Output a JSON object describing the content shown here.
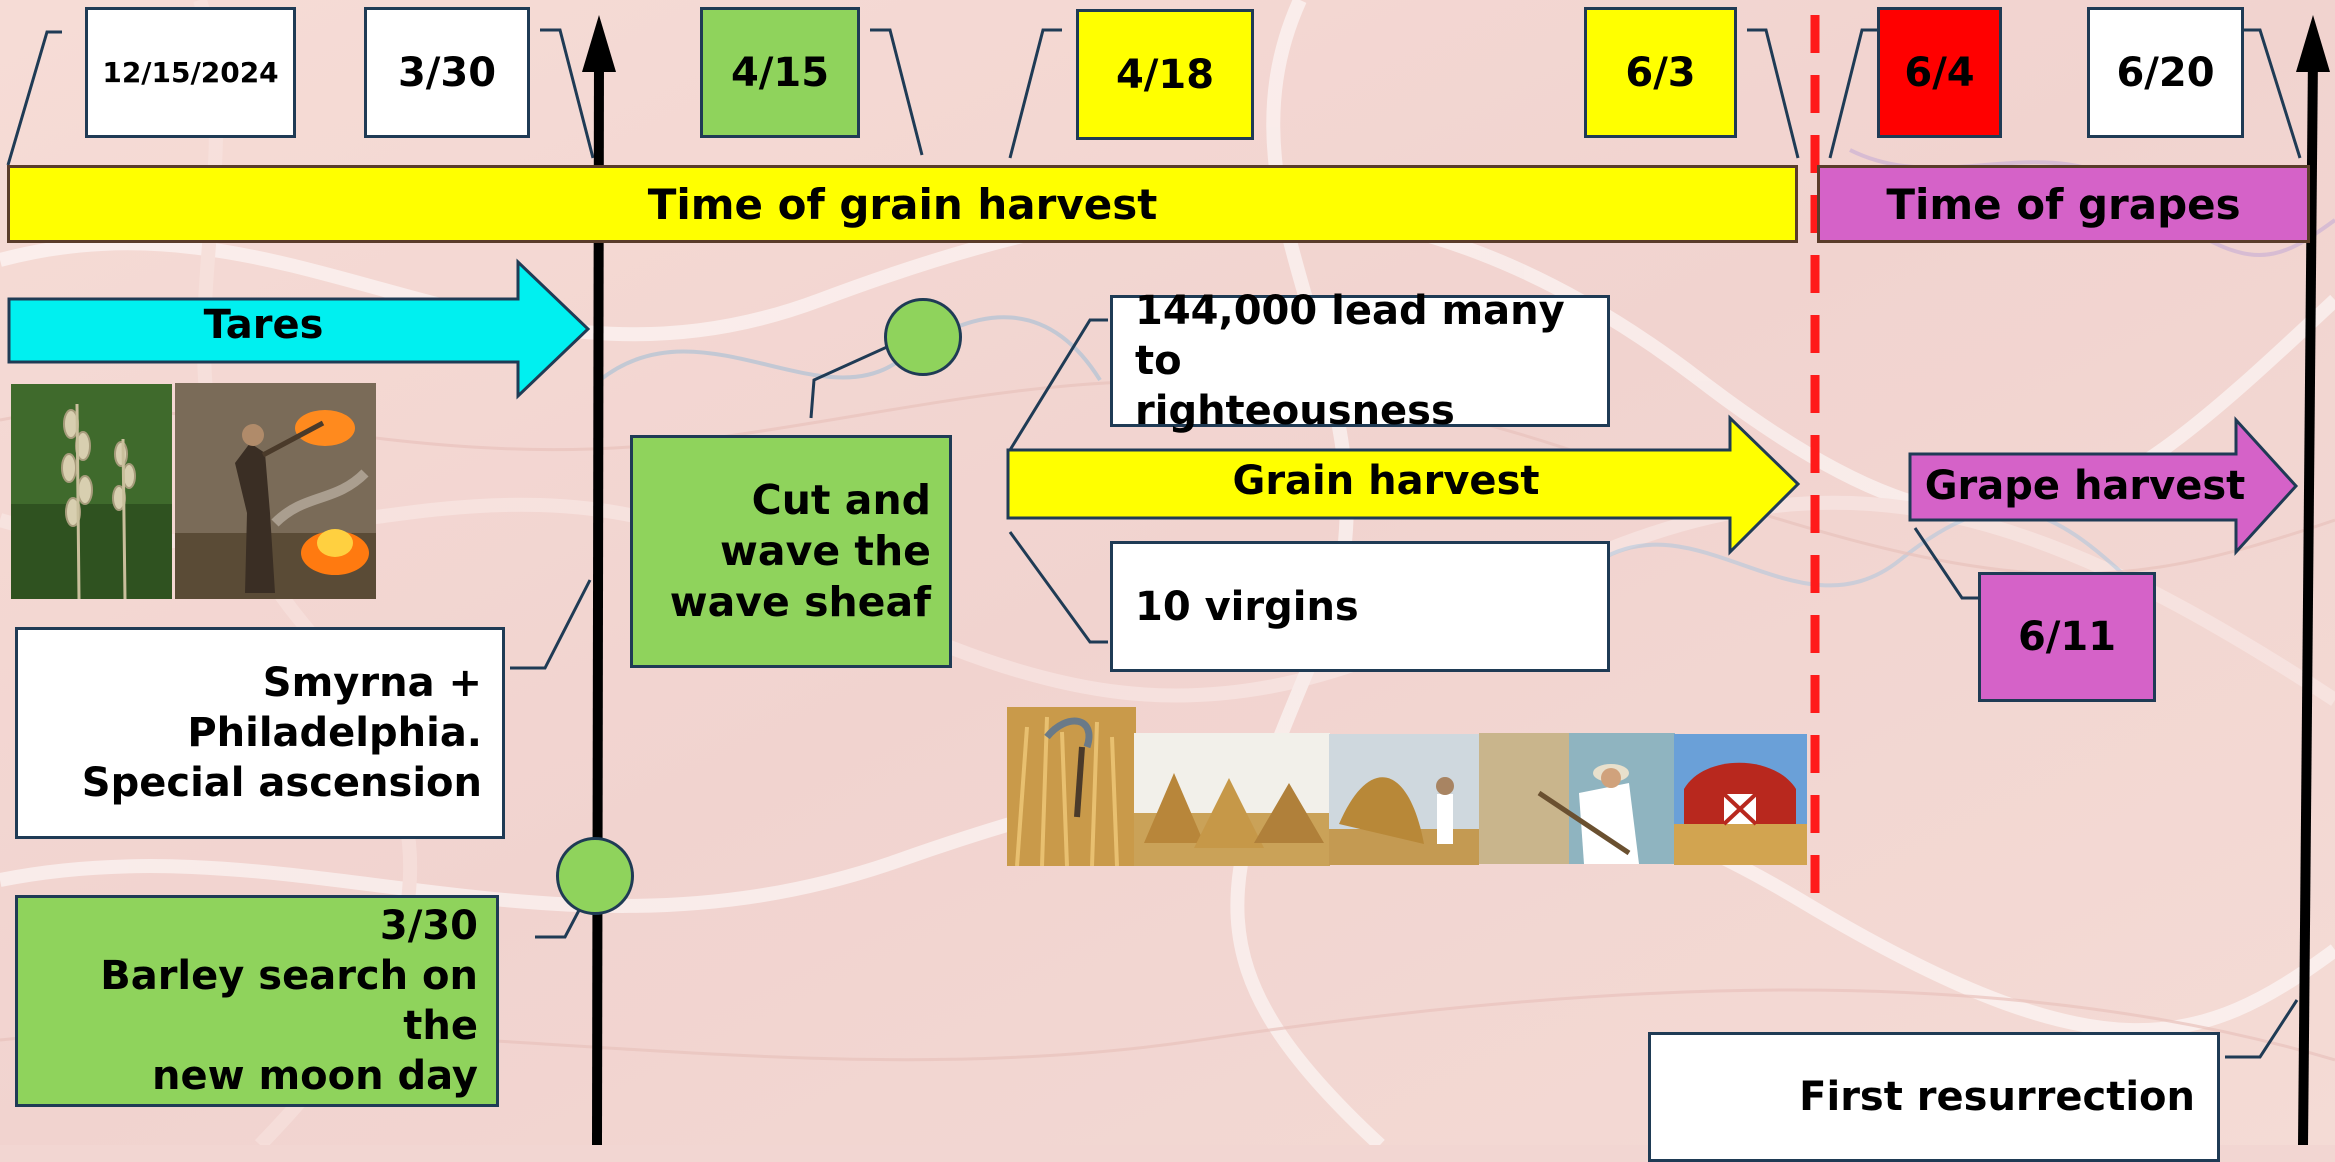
{
  "dates": {
    "d1": "12/15/2024",
    "d2": "3/30",
    "d3": "4/15",
    "d4": "4/18",
    "d5": "6/3",
    "d6": "6/4",
    "d7": "6/20",
    "d8": "6/11"
  },
  "bands": {
    "grain": "Time of grain harvest",
    "grapes": "Time of grapes"
  },
  "arrows": {
    "tares": "Tares",
    "grain_harvest": "Grain harvest",
    "grape_harvest": "Grape harvest"
  },
  "boxes": {
    "smyrna": [
      "Smyrna +",
      "Philadelphia.",
      "Special ascension"
    ],
    "barley": [
      "3/30",
      "Barley search on the",
      "new moon day"
    ],
    "wave_sheaf": [
      "Cut and",
      "wave the",
      "wave sheaf"
    ],
    "righteousness": [
      "144,000 lead many to",
      "righteousness"
    ],
    "virgins": "10 virgins",
    "resurrection": "First resurrection"
  },
  "colors": {
    "grain_band": "#ffff00",
    "grape_band": "#d562c8",
    "tares_arrow": "#00f0f0",
    "green_box": "#8fd35c",
    "red_box": "#ff0000",
    "divider": "#ff1a1a",
    "border": "#1f3b55"
  },
  "photos": [
    "wheat-tares-photo",
    "burning-tares-photo",
    "sickle-wheat-photo",
    "wheat-sheaves-photo",
    "winnowing-photo",
    "threshing-photo",
    "red-barn-photo"
  ]
}
